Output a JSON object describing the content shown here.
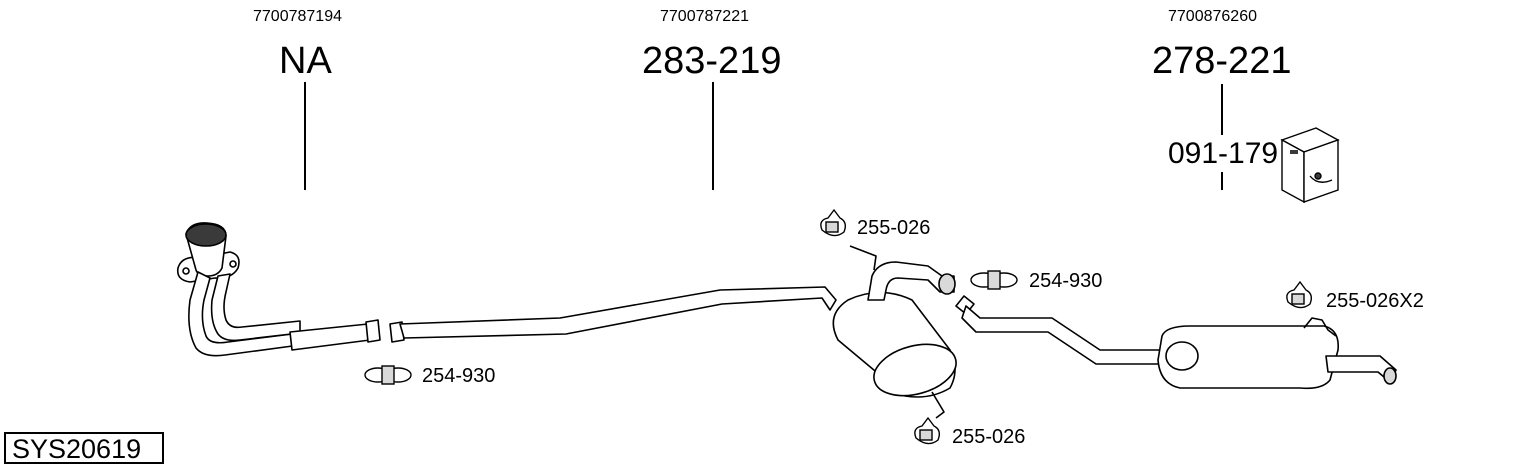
{
  "diagram_id": "SYS20619",
  "sections": [
    {
      "oem": "7700787194",
      "part": "NA"
    },
    {
      "oem": "7700787221",
      "part": "283-219"
    },
    {
      "oem": "7700876260",
      "part": "278-221",
      "kit": "091-179"
    }
  ],
  "mounts": [
    {
      "label": "254-930"
    },
    {
      "label": "255-026"
    },
    {
      "label": "254-930"
    },
    {
      "label": "255-026"
    },
    {
      "label": "255-026X2"
    }
  ],
  "colors": {
    "line": "#000000",
    "fill": "#ffffff",
    "shade": "#d9d9d9"
  }
}
